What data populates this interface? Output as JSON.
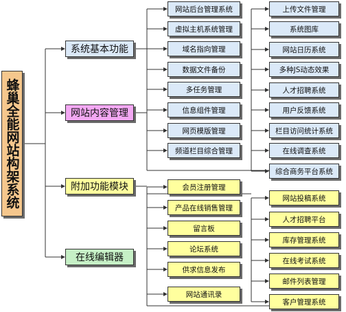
{
  "root": {
    "label": "蜂巢全能网站构架系统"
  },
  "categories": [
    {
      "label": "系统基本功能",
      "color": "#dbe9f8"
    },
    {
      "label": "网站内容管理",
      "color": "#f3a8f3"
    },
    {
      "label": "附加功能模块",
      "color": "#ffff9e"
    },
    {
      "label": "在线编辑器",
      "color": "#c6f0c6"
    }
  ],
  "blue_items": [
    "网站后台管理系统",
    "虚拟主机系统管理",
    "域名指向管理",
    "数据文件备份",
    "多任务管理",
    "信息组件管理",
    "网页模版管理",
    "频道栏目综合管理"
  ],
  "blue_right_items": [
    "上传文件管理",
    "系统图库",
    "网站日历系统",
    "多种JS动态效果",
    "人才招聘系统",
    "用户反馈系统",
    "栏目访问统计系统",
    "在线调查系统",
    "综合商务平台系统"
  ],
  "yellow_items": [
    "会员注册管理",
    "产品在线销售管理",
    "留言板",
    "论坛系统",
    "供求信息发布",
    "网站通讯录"
  ],
  "yellow_right_items": [
    "网站投稿系统",
    "人才招聘平台",
    "库存管理系统",
    "在线考试系统",
    "邮件列表管理",
    "客户管理系统"
  ]
}
